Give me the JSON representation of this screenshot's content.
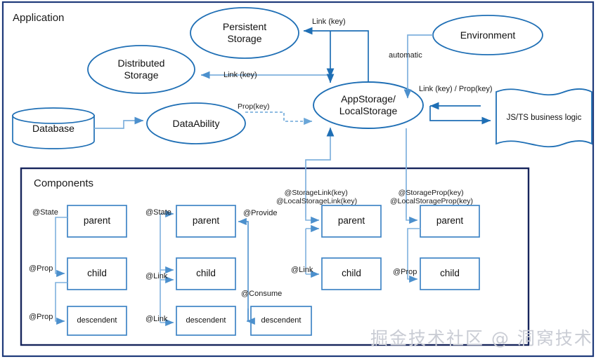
{
  "diagram": {
    "outer_frame_label": "Application",
    "components_frame_label": "Components",
    "colors": {
      "frame_border": "#1f3a7a",
      "shape_stroke": "#1f6fb5",
      "box_stroke": "#3f85c6",
      "arrow_dark": "#1f6fb5",
      "arrow_light": "#7fb1dd",
      "text": "#1a1a1a",
      "watermark": "#c9ccd4"
    },
    "nodes": [
      {
        "id": "persistent-storage",
        "label": "Persistent\nStorage",
        "shape": "ellipse"
      },
      {
        "id": "distributed-storage",
        "label": "Distributed\nStorage",
        "shape": "ellipse"
      },
      {
        "id": "database",
        "label": "Database",
        "shape": "cylinder"
      },
      {
        "id": "dataability",
        "label": "DataAbility",
        "shape": "ellipse"
      },
      {
        "id": "appstorage",
        "label": "AppStorage/\nLocalStorage",
        "shape": "ellipse"
      },
      {
        "id": "environment",
        "label": "Environment",
        "shape": "ellipse"
      },
      {
        "id": "js-ts-business-logic",
        "label": "JS/TS business logic",
        "shape": "wave-document"
      }
    ],
    "edge_labels": [
      {
        "id": "link-key-persistent",
        "text": "Link (key)"
      },
      {
        "id": "link-key-distributed",
        "text": "Link (key)"
      },
      {
        "id": "prop-key-dataability",
        "text": "Prop(key)"
      },
      {
        "id": "automatic-environment",
        "text": "automatic"
      },
      {
        "id": "link-prop-key-jsts",
        "text": "Link (key) / Prop(key)"
      },
      {
        "id": "storage-link-group",
        "text": "@StorageLink(key)\n@LocalStorageLink(key)"
      },
      {
        "id": "storage-prop-group",
        "text": "@StorageProp(key)\n@LocalStorageProp(key)"
      }
    ],
    "component_groups": [
      {
        "id": "group-state-prop",
        "boxes": [
          {
            "id": "g1-parent",
            "label": "parent"
          },
          {
            "id": "g1-child",
            "label": "child"
          },
          {
            "id": "g1-descendent",
            "label": "descendent"
          }
        ],
        "annotations": [
          {
            "id": "g1-state",
            "text": "@State"
          },
          {
            "id": "g1-prop-child",
            "text": "@Prop"
          },
          {
            "id": "g1-prop-descendent",
            "text": "@Prop"
          }
        ]
      },
      {
        "id": "group-state-link-provide-consume",
        "boxes": [
          {
            "id": "g2-parent",
            "label": "parent"
          },
          {
            "id": "g2-child",
            "label": "child"
          },
          {
            "id": "g2-descendent",
            "label": "descendent"
          },
          {
            "id": "g2-consume-descendent",
            "label": "descendent"
          }
        ],
        "annotations": [
          {
            "id": "g2-state",
            "text": "@State"
          },
          {
            "id": "g2-link-child",
            "text": "@Link"
          },
          {
            "id": "g2-link-descendent",
            "text": "@Link"
          },
          {
            "id": "g2-provide",
            "text": "@Provide"
          },
          {
            "id": "g2-consume",
            "text": "@Consume"
          }
        ]
      },
      {
        "id": "group-storage-link",
        "boxes": [
          {
            "id": "g3-parent",
            "label": "parent"
          },
          {
            "id": "g3-child",
            "label": "child"
          }
        ],
        "annotations": [
          {
            "id": "g3-link",
            "text": "@Link"
          }
        ]
      },
      {
        "id": "group-storage-prop",
        "boxes": [
          {
            "id": "g4-parent",
            "label": "parent"
          },
          {
            "id": "g4-child",
            "label": "child"
          }
        ],
        "annotations": [
          {
            "id": "g4-prop",
            "text": "@Prop"
          }
        ]
      }
    ],
    "watermark": "掘金技术社区 @ 洞窝技术"
  }
}
